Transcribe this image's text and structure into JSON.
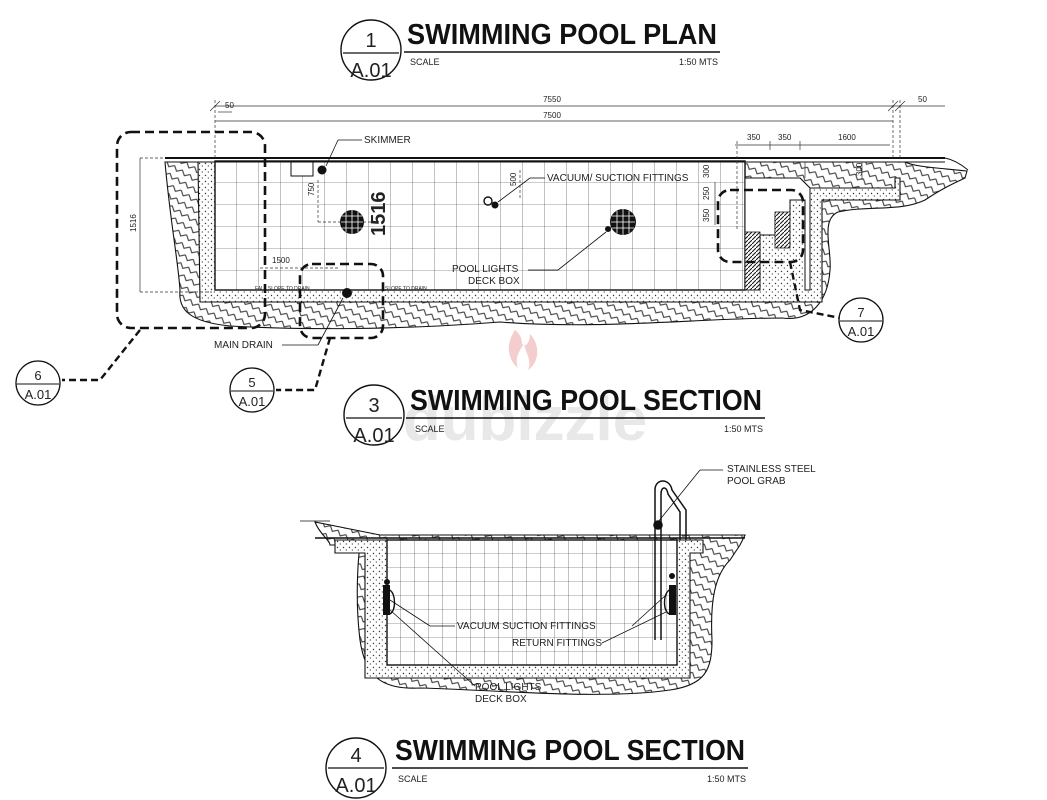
{
  "plan": {
    "title": "SWIMMING POOL PLAN",
    "detail_number": "1",
    "sheet": "A.01",
    "scale_label": "SCALE",
    "scale_value": "1:50 MTS",
    "dimensions": {
      "d50_left": "50",
      "d7550": "7550",
      "d7500": "7500",
      "d50_right": "50",
      "d350_a": "350",
      "d350_b": "350",
      "d1600": "1600",
      "d1516": "1516",
      "d1516_big": "1516",
      "d750": "750",
      "d500": "500",
      "d300_a": "300",
      "d300_b": "300",
      "d250": "250",
      "d350_c": "350",
      "d1500": "1500"
    },
    "labels": {
      "skimmer": "SKIMMER",
      "vacuum": "VACUUM/ SUCTION FITTINGS",
      "lights_1": "POOL LIGHTS",
      "lights_2": "DECK BOX",
      "main_drain": "MAIN DRAIN",
      "slope_left": "FALL SLOPE TO DRAIN",
      "slope_right": "SLOPE TO DRAIN"
    },
    "callouts": [
      {
        "number": "6",
        "sheet": "A.01"
      },
      {
        "number": "5",
        "sheet": "A.01"
      },
      {
        "number": "7",
        "sheet": "A.01"
      }
    ]
  },
  "section3": {
    "title": "SWIMMING POOL SECTION",
    "detail_number": "3",
    "sheet": "A.01",
    "scale_label": "SCALE",
    "scale_value": "1:50 MTS"
  },
  "section_drawing": {
    "labels": {
      "grab_1": "STAINLESS STEEL",
      "grab_2": "POOL GRAB",
      "vacuum": "VACUUM SUCTION FITTINGS",
      "return": "RETURN FITTINGS",
      "lights_1": "POOL LIGHTS",
      "lights_2": "DECK BOX"
    }
  },
  "section4": {
    "title": "SWIMMING POOL SECTION",
    "detail_number": "4",
    "sheet": "A.01",
    "scale_label": "SCALE",
    "scale_value": "1:50 MTS"
  },
  "watermark": "dubizzle",
  "colors": {
    "ink": "#111111",
    "hatch": "#444444",
    "watermark": "#e0e0e0",
    "watermark_flame": "#f3c9c9"
  }
}
